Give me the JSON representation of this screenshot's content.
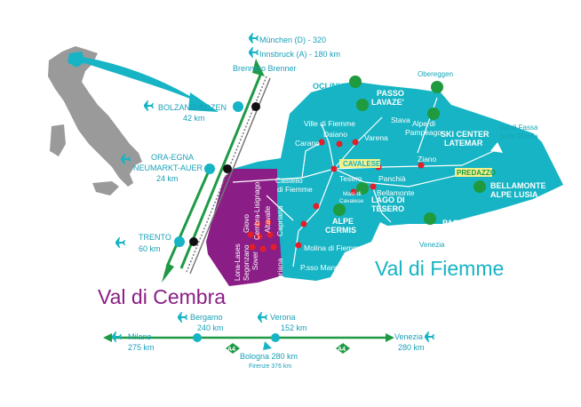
{
  "colors": {
    "fiemme": "#16b4c4",
    "cembra": "#8a1e86",
    "ski_dot": "#1f9a3e",
    "town_dot": "#e21e2a",
    "road_green": "#1e9a45",
    "italy": "#9a9a9a"
  },
  "regions": {
    "fiemme_label": "Val di Fiemme",
    "cembra_label": "Val di Cembra"
  },
  "external": {
    "munchen": "München (D) - 320",
    "innsbruck": "Innsbruck (A) - 180 km",
    "brennero": "Brennero Brenner",
    "bolzano_name": "BOLZANO-BOZEN",
    "bolzano_km": "42 km",
    "ora_line1": "ORA-EGNA",
    "ora_line2": "NEUMARKT-AUER",
    "ora_km": "24 km",
    "trento_name": "TRENTO",
    "trento_km": "60 km",
    "val_fassa_1": "Val di Fassa",
    "val_fassa_2": "Sella Ronda",
    "venezia_side": "Venezia"
  },
  "ski_areas": {
    "oclini": "OCLINI",
    "passo_lavaze_1": "PASSO",
    "passo_lavaze_2": "LAVAZE'",
    "obereggen": "Obereggen",
    "ski_center_1": "SKI CENTER",
    "ski_center_2": "LATEMAR",
    "bellamonte_1": "BELLAMONTE",
    "bellamonte_2": "ALPE LUSIA",
    "lago_1": "LAGO DI",
    "lago_2": "TESERO",
    "alpe_1": "ALPE",
    "alpe_2": "CERMIS",
    "passo_rolle": "PASSO ROLLE"
  },
  "towns": {
    "ville": "Ville di Fiemme",
    "daiano": "Daiano",
    "carano": "Carano",
    "varena": "Varena",
    "stava": "Stava",
    "alpe_pampeago_1": "Alpe di",
    "alpe_pampeago_2": "Pampeago",
    "cavalese": "CAVALESE",
    "ziano": "Ziano",
    "predazzo": "PREDAZZO",
    "castello_1": "Castello",
    "castello_2": "di Fiemme",
    "tesero": "Tesero",
    "panchia": "Panchià",
    "bellamonte": "Bellamonte",
    "masi_1": "Masi di",
    "masi_2": "Cavalese",
    "capriana": "Capriana",
    "molina": "Molina di Fiemme",
    "manghen": "P.sso Manghen",
    "valfloriana": "Valfloriana"
  },
  "cembra_towns": {
    "lona": "Lona-Lases",
    "segonzano": "Segonzano",
    "sover": "Sover",
    "giovo": "Giovo",
    "cembra": "Cembra-Lisignago",
    "altavalle": "Altavalle"
  },
  "bottom": {
    "bergamo_name": "Bergamo",
    "bergamo_km": "240 km",
    "verona_name": "Verona",
    "verona_km": "152 km",
    "milano_name": "Milano",
    "milano_km": "275 km",
    "venezia_name": "Venezia",
    "venezia_km": "280 km",
    "a4_left": "A4",
    "a4_right": "A4",
    "bologna": "Bologna 280 km",
    "firenze": "Firenze 376 km"
  }
}
